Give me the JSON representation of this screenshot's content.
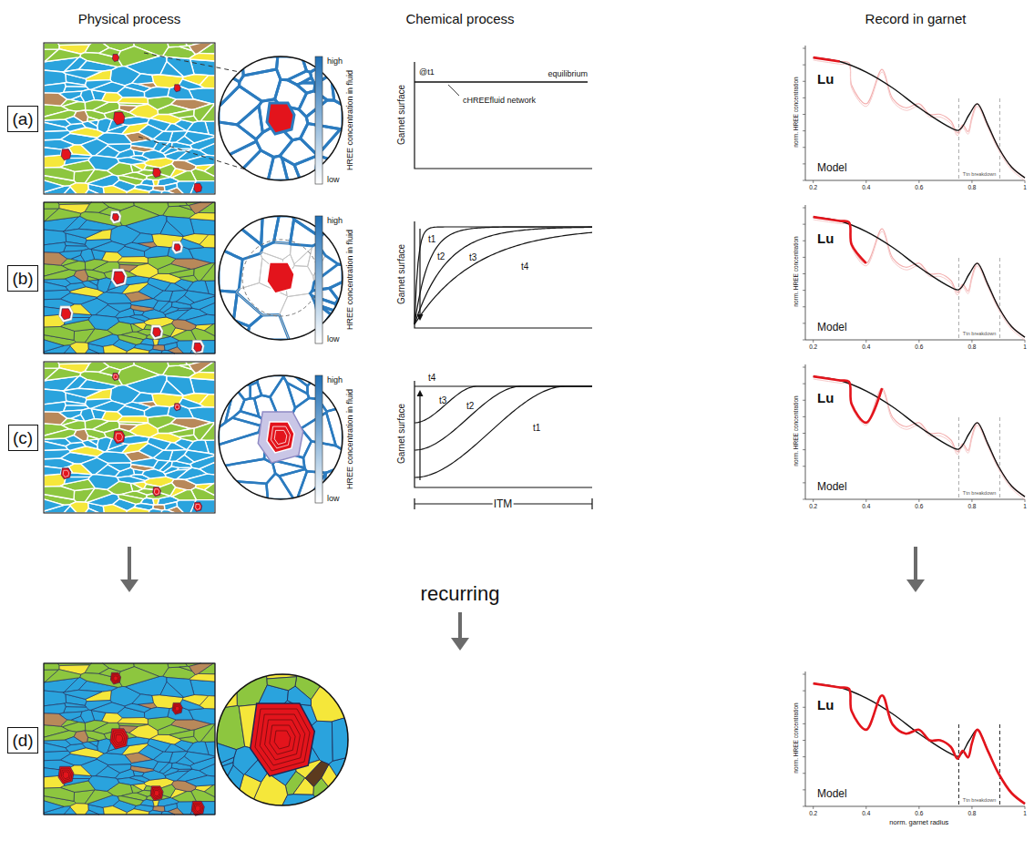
{
  "diagram": {
    "nodes": [
      {
        "text": [
          "(a)"
        ]
      },
      {
        "text": [
          "(b)"
        ]
      },
      {
        "text": [
          "(c)"
        ]
      },
      {
        "text": [
          "(d)"
        ]
      }
    ],
    "labels": [
      "Physical process",
      "Chemical process",
      "Record in garnet",
      "HREE concentration in fluid",
      "high",
      "low",
      "Garnet surface",
      "@t1",
      "equilibrium",
      "cHREEfluid network",
      "Lu",
      "Model",
      "norm. HREE concentration",
      "0.2",
      "0.4",
      "0.6",
      "0.8",
      "1",
      "Ttn breakdown",
      "HREE concentration in fluid",
      "high",
      "low",
      "Garnet surface",
      "t1",
      "t2",
      "t3",
      "t4",
      "Lu",
      "Model",
      "norm. HREE concentration",
      "0.2",
      "0.4",
      "0.6",
      "0.8",
      "1",
      "Ttn breakdown",
      "HREE concentration in fluid",
      "high",
      "low",
      "Garnet surface",
      "t4",
      "t3",
      "t2",
      "t1",
      "ITM",
      "Lu",
      "Model",
      "norm. HREE concentration",
      "0.2",
      "0.4",
      "0.6",
      "0.8",
      "1",
      "Ttn breakdown",
      "recurring",
      "Lu",
      "Model",
      "norm. HREE concentration",
      "0.2",
      "0.4",
      "0.6",
      "0.8",
      "1",
      "Ttn breakdown",
      "norm. garnet radius"
    ]
  }
}
